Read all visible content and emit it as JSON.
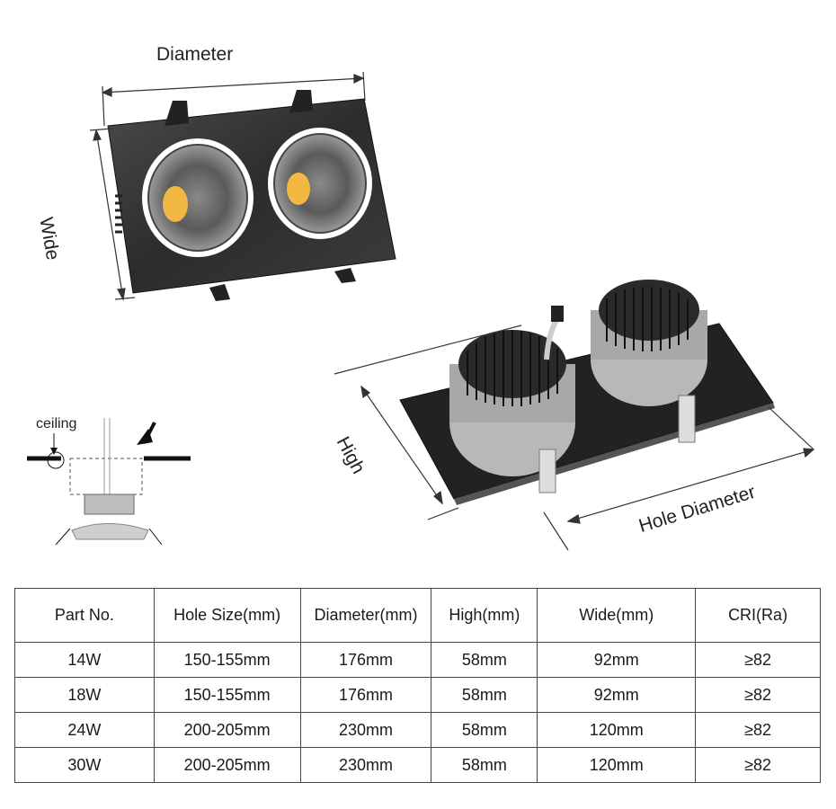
{
  "labels": {
    "diameter": "Diameter",
    "wide": "Wide",
    "high": "High",
    "hole_diameter": "Hole Diameter",
    "ceiling": "ceiling"
  },
  "table": {
    "headers": [
      "Part No.",
      "Hole Size(mm)",
      "Diameter(mm)",
      "High(mm)",
      "Wide(mm)",
      "CRI(Ra)"
    ],
    "rows": [
      [
        "14W",
        "150-155mm",
        "176mm",
        "58mm",
        "92mm",
        "≥82"
      ],
      [
        "18W",
        "150-155mm",
        "176mm",
        "58mm",
        "92mm",
        "≥82"
      ],
      [
        "24W",
        "200-205mm",
        "230mm",
        "58mm",
        "120mm",
        "≥82"
      ],
      [
        "30W",
        "200-205mm",
        "230mm",
        "58mm",
        "120mm",
        "≥82"
      ]
    ]
  },
  "colors": {
    "panel": "#2a2a2a",
    "cob": "#f2b844",
    "silver": "#c9c9c9"
  }
}
